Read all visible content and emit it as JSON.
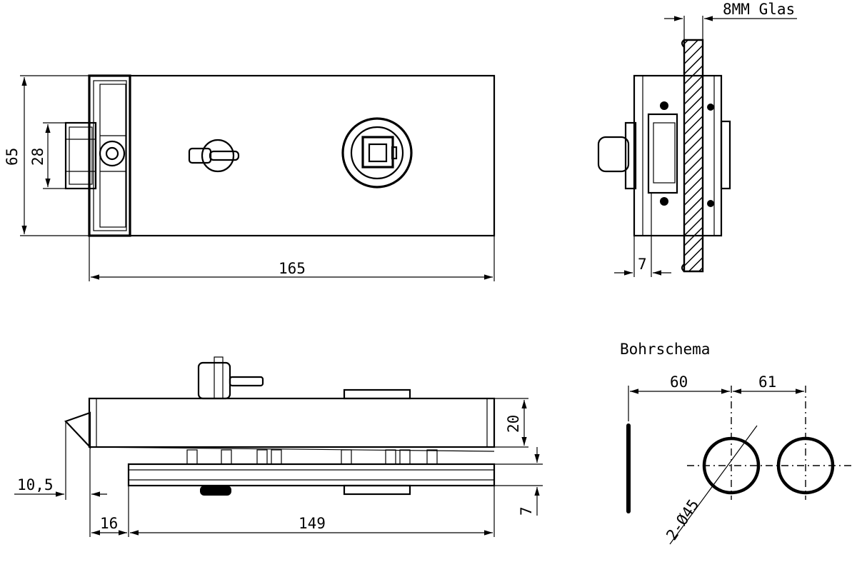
{
  "front_view": {
    "dim_width": "165",
    "dim_height": "65",
    "dim_inner_height": "28"
  },
  "side_view": {
    "glass_label": "8MM Glas",
    "dim_offset": "7"
  },
  "bottom_view": {
    "dim_height": "20",
    "dim_left_offset": "10,5",
    "dim_glass_gap": "7",
    "dim_left_width": "16",
    "dim_main_width": "149"
  },
  "drilling_scheme": {
    "title": "Bohrschema",
    "dim_left": "60",
    "dim_right": "61",
    "hole_note": "2-Ø45"
  }
}
